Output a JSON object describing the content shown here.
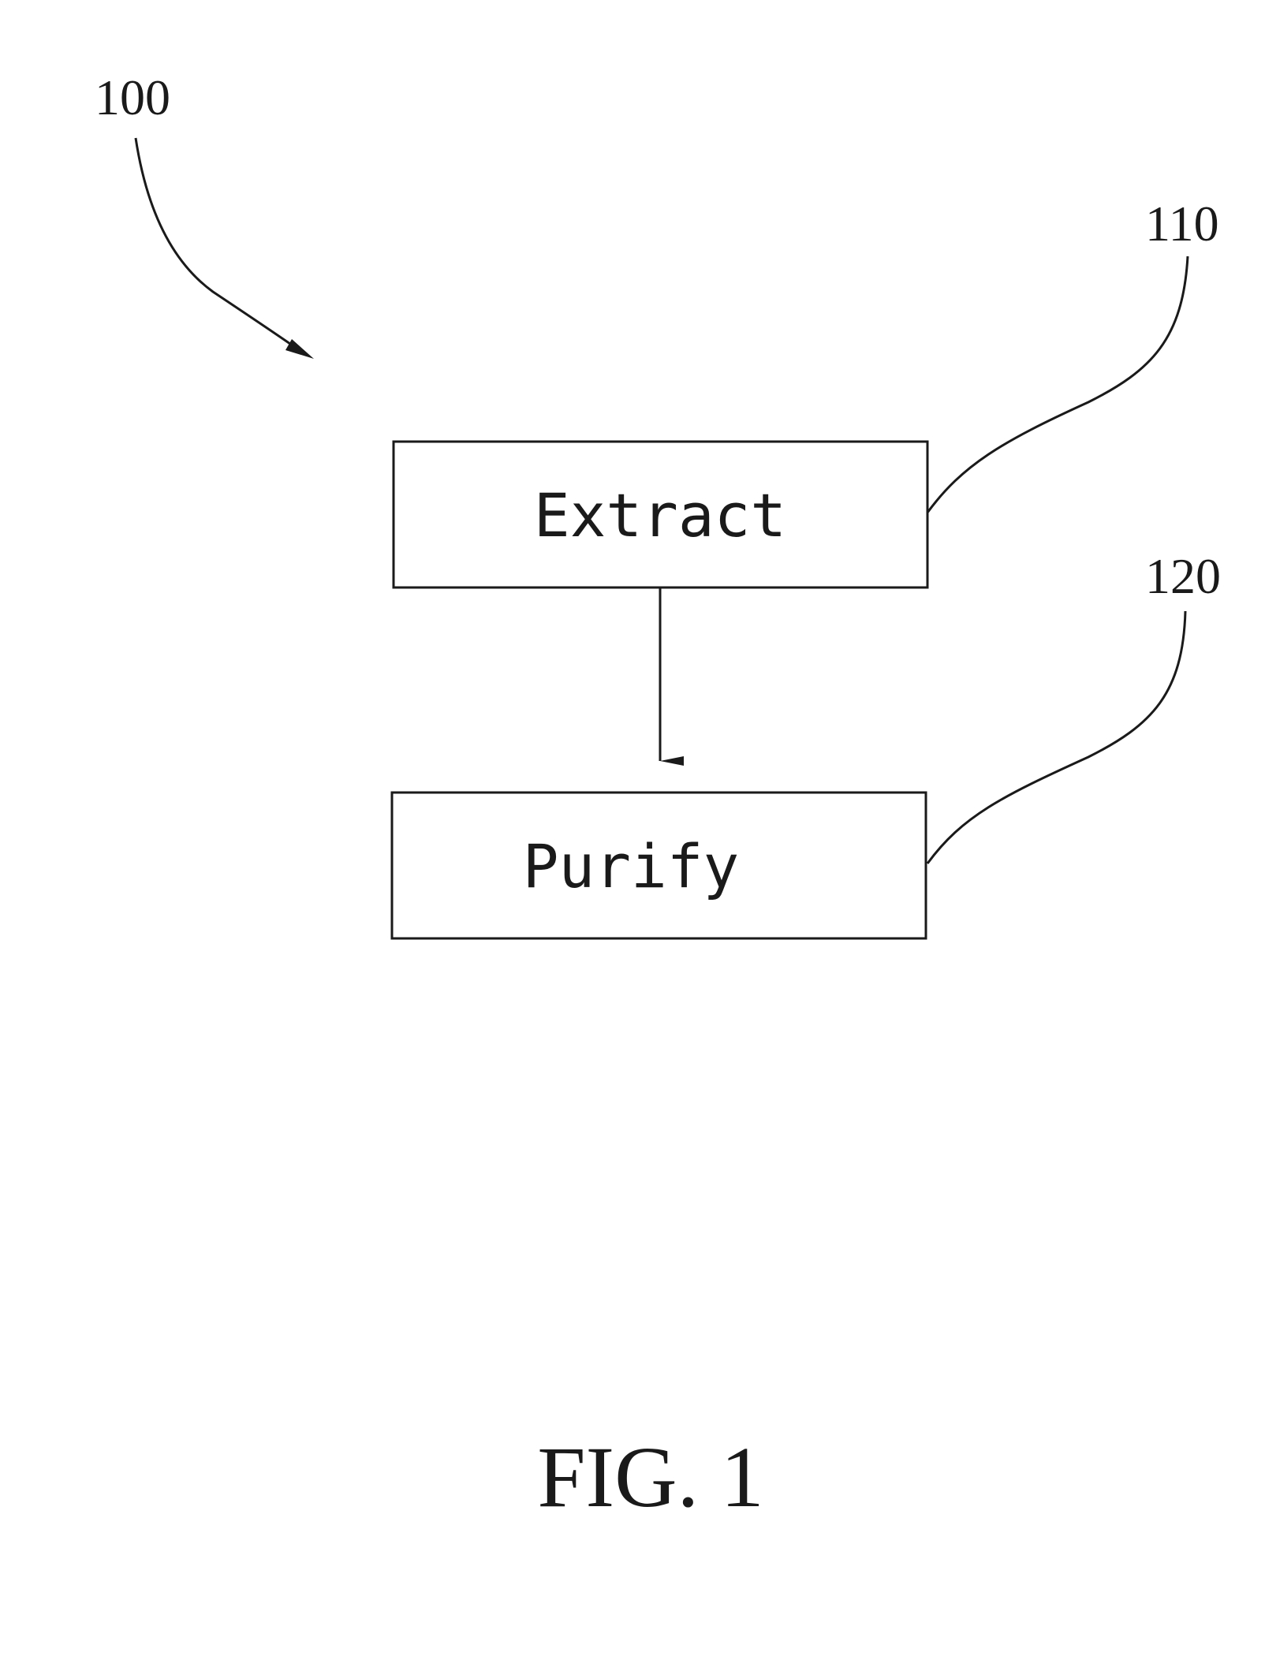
{
  "figure": {
    "reference_numerals": {
      "method": "100",
      "extract_step": "110",
      "purify_step": "120"
    },
    "steps": [
      {
        "id": "110",
        "label": "Extract"
      },
      {
        "id": "120",
        "label": "Purify"
      }
    ],
    "caption": "FIG. 1"
  }
}
